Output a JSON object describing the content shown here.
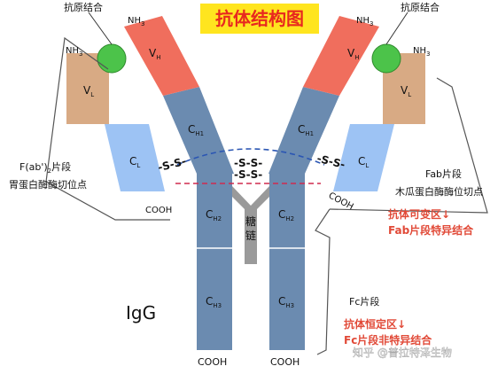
{
  "title": "抗体结构图",
  "labels": {
    "antigen_binding": "抗原结合",
    "nh3": "NH",
    "nh3_sub": "3",
    "vh_main": "V",
    "vh_sub": "H",
    "vl_main": "V",
    "vl_sub": "L",
    "ch1_main": "C",
    "ch1_sub": "H1",
    "cl_main": "C",
    "cl_sub": "L",
    "ch2_main": "C",
    "ch2_sub": "H2",
    "ch3_main": "C",
    "ch3_sub": "H3",
    "cooh": "COOH",
    "disulfide": "-S-S-",
    "sugar_chain_1": "糖",
    "sugar_chain_2": "链",
    "fab2_fragment_pre": "F(ab')",
    "fab2_fragment_sub": "2",
    "fab2_fragment_post": "片段",
    "pepsin_site": "胃蛋白酶酶切位点",
    "fab_fragment": "Fab片段",
    "papain_site": "木瓜蛋白酶酶位切点",
    "variable_region": "抗体可变区↓",
    "fab_specific": "Fab片段特异结合",
    "fc_fragment": "Fc片段",
    "constant_region": "抗体恒定区↓",
    "fc_nonspecific": "Fc片段非特异结合",
    "igg": "IgG",
    "watermark": "知乎 @普拉特泽生物"
  },
  "colors": {
    "title_bg": "#ffe51f",
    "title_text": "#e8281f",
    "heavy_chain": "#6b8bb0",
    "vh": "#f06e5d",
    "vl": "#d8aa84",
    "cl": "#9dc3f4",
    "antigen": "#4cc34a",
    "sugar": "#9a9a9a",
    "pepsin_line": "#2b56b3",
    "papain_line": "#d02b4f",
    "red_text": "#e14a38"
  }
}
